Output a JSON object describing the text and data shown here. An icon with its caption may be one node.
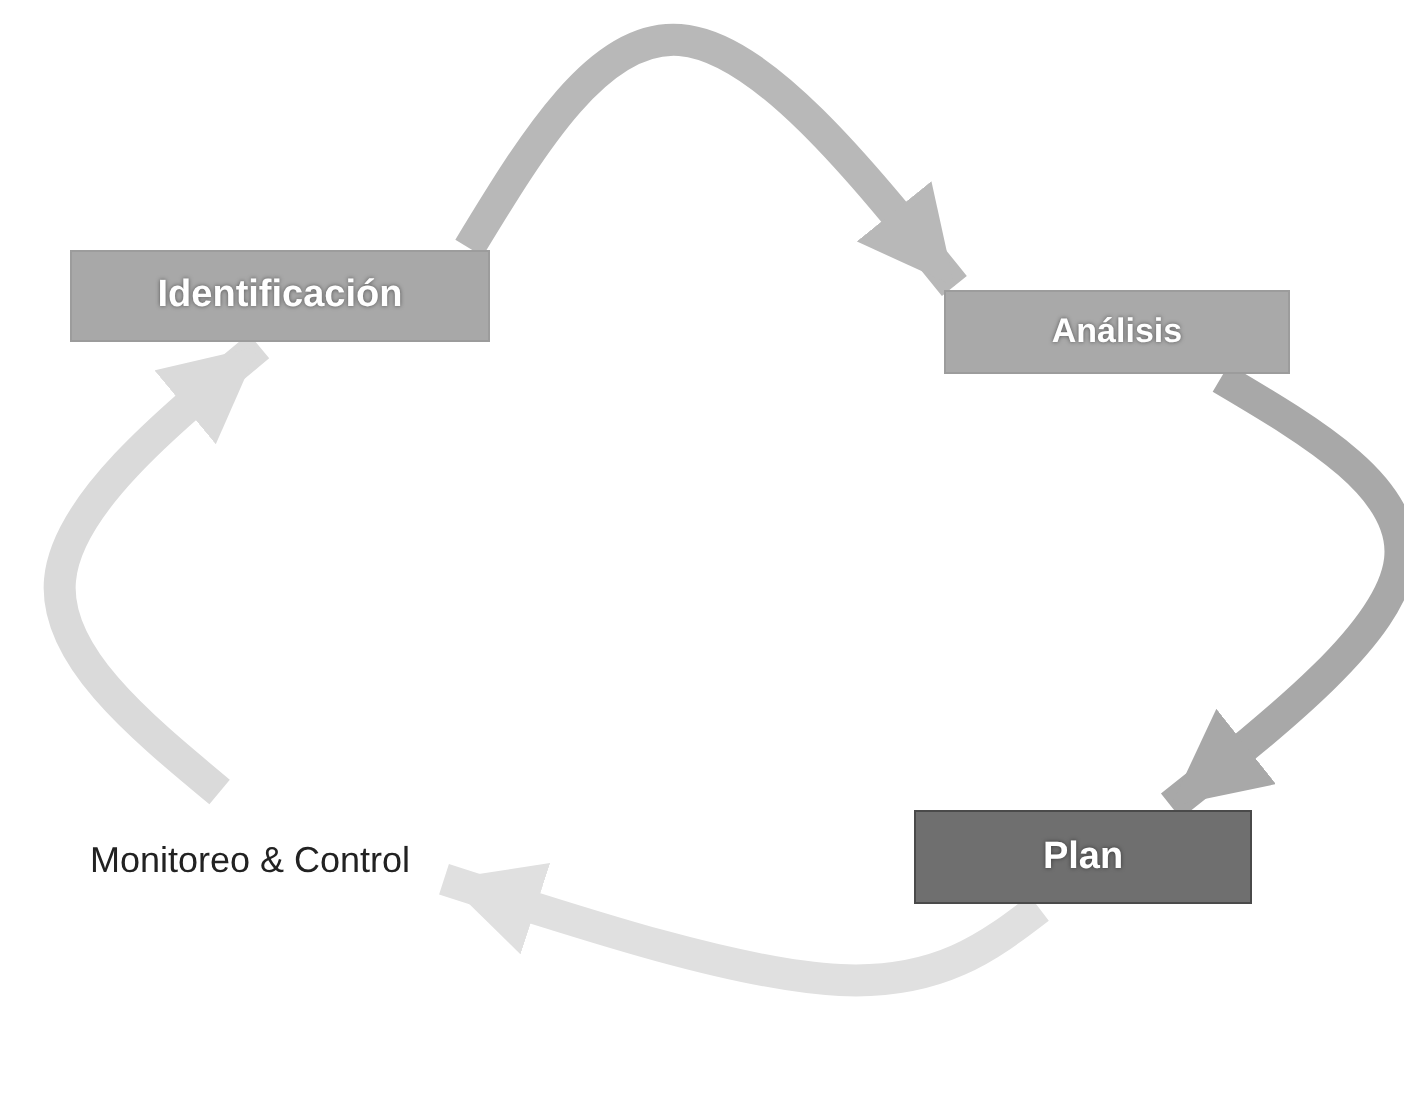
{
  "diagram": {
    "nodes": [
      {
        "text": [
          "Identificación"
        ]
      },
      {
        "text": [
          "Análisis"
        ]
      },
      {
        "text": [
          "Plan"
        ]
      },
      {
        "text": [
          "Monitoreo & Control"
        ]
      }
    ],
    "edges": [
      {
        "from": 0,
        "to": 1,
        "arrow": "to"
      },
      {
        "from": 1,
        "to": 2,
        "arrow": "to"
      },
      {
        "from": 2,
        "to": 3,
        "arrow": "to"
      },
      {
        "from": 3,
        "to": 0,
        "arrow": "to"
      }
    ]
  }
}
